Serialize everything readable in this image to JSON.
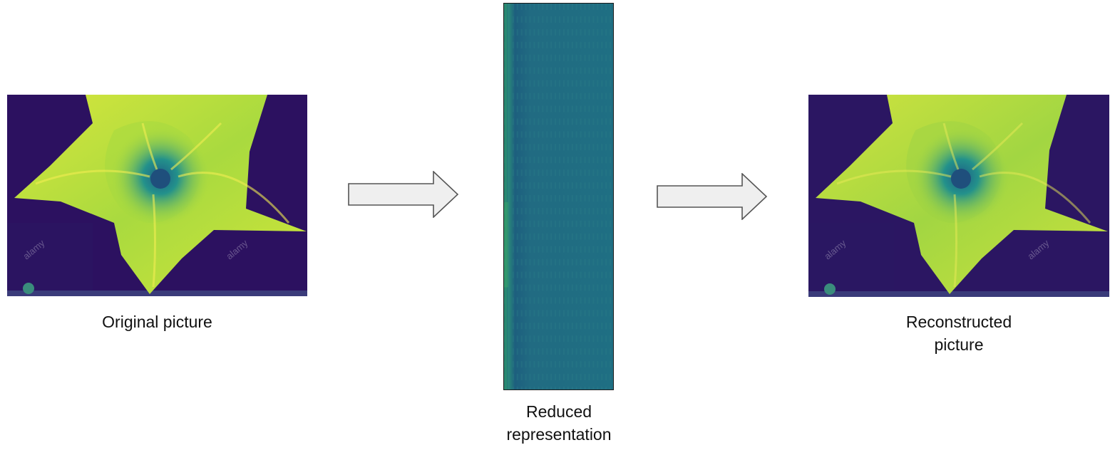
{
  "panels": {
    "original": {
      "caption": "Original picture"
    },
    "reduced": {
      "caption_line1": "Reduced",
      "caption_line2": "representation"
    },
    "reconstructed": {
      "caption_line1": "Reconstructed",
      "caption_line2": "picture"
    }
  },
  "watermark": "alamy",
  "colors": {
    "background_dark": "#2c1160",
    "petal_yellow": "#c9e33a",
    "petal_green": "#6fc24a",
    "center_teal": "#23918b",
    "reduced_fill": "#1f6f83",
    "arrow_fill": "#efefef",
    "arrow_stroke": "#555555"
  }
}
